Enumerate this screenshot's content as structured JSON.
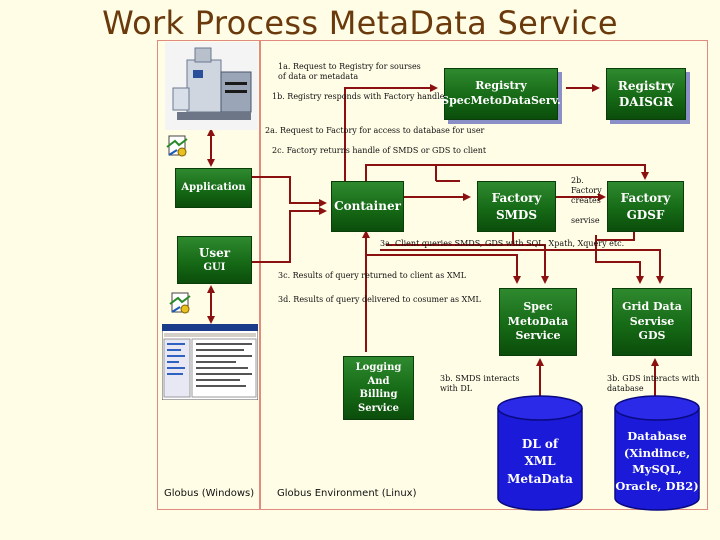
{
  "title": "Work Process MetaData Service",
  "boxes": {
    "registry_spec": "Registry\nSpecMetoDataServ.",
    "registry_dais": "Registry\nDAISGR",
    "application": "Application",
    "user_gui_title": "User",
    "user_gui_sub": "GUI",
    "container": "Container",
    "factory_smds": "Factory\nSMDS",
    "factory_gdsf": "Factory\nGDSF",
    "spec_metadata": "Spec\nMetoData\nService",
    "grid_data": "Grid Data\nServise\nGDS",
    "logging": "Logging\nAnd\nBilling\nService"
  },
  "databases": {
    "dl": "DL of\nXML\nMetaData",
    "db": "Database\n(Xindince,\nMySQL,\nOracle, DB2)"
  },
  "labels": {
    "l1a": "1a. Request to Registry for sourses\n      of data or metadata",
    "l1b": "1b. Registry responds with Factory handle",
    "l2a": "2a. Request to Factory for access to database for user",
    "l2c": "2c. Factory returns handle of SMDS or GDS to client",
    "l2b": "2b.\nFactory\ncreates\n\nservise",
    "l3a": "3a. Client queries SMDS, GDS with SQL, Xpath, Xquery etc.",
    "l3c": "3c. Results of query returned to client as XML",
    "l3d": "3d. Results of query delivered to cosumer as XML",
    "l3b_smds": "3b. SMDS interacts\nwith DL",
    "l3b_gds": "3b. GDS interacts with\ndatabase"
  },
  "footer": {
    "windows": "Globus (Windows)",
    "linux": "Globus Environment (Linux)"
  },
  "colors": {
    "box_green": "#166a16",
    "arrow": "#8b1010",
    "db_blue": "#1a1ad8",
    "title": "#6b3a0c",
    "frame": "#e08a80"
  }
}
